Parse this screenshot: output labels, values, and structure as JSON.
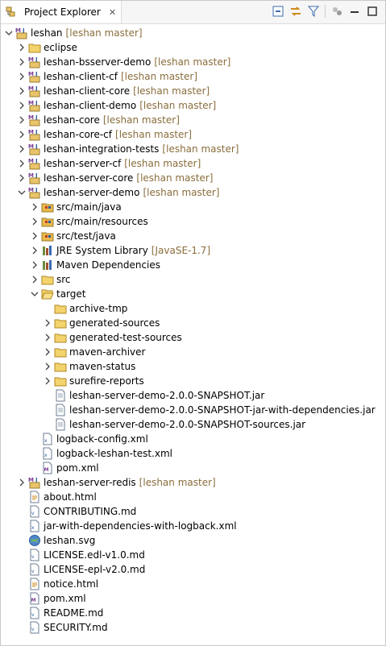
{
  "tab": {
    "title": "Project Explorer",
    "close": "✕"
  },
  "toolbar": {
    "icons": [
      "collapse-all-icon",
      "link-with-editor-icon",
      "filter-icon",
      "focus-icon",
      "minimize-icon",
      "maximize-icon"
    ]
  },
  "tree": [
    {
      "label": "leshan",
      "decoration": "[leshan master]",
      "level": 0,
      "expand": "open",
      "icon": "maven-project"
    },
    {
      "label": "eclipse",
      "level": 1,
      "expand": "closed",
      "icon": "folder"
    },
    {
      "label": "leshan-bsserver-demo",
      "decoration": "[leshan master]",
      "level": 1,
      "expand": "closed",
      "icon": "maven-project"
    },
    {
      "label": "leshan-client-cf",
      "decoration": "[leshan master]",
      "level": 1,
      "expand": "closed",
      "icon": "maven-project"
    },
    {
      "label": "leshan-client-core",
      "decoration": "[leshan master]",
      "level": 1,
      "expand": "closed",
      "icon": "maven-project"
    },
    {
      "label": "leshan-client-demo",
      "decoration": "[leshan master]",
      "level": 1,
      "expand": "closed",
      "icon": "maven-project"
    },
    {
      "label": "leshan-core",
      "decoration": "[leshan master]",
      "level": 1,
      "expand": "closed",
      "icon": "maven-project"
    },
    {
      "label": "leshan-core-cf",
      "decoration": "[leshan master]",
      "level": 1,
      "expand": "closed",
      "icon": "maven-project"
    },
    {
      "label": "leshan-integration-tests",
      "decoration": "[leshan master]",
      "level": 1,
      "expand": "closed",
      "icon": "maven-project"
    },
    {
      "label": "leshan-server-cf",
      "decoration": "[leshan master]",
      "level": 1,
      "expand": "closed",
      "icon": "maven-project"
    },
    {
      "label": "leshan-server-core",
      "decoration": "[leshan master]",
      "level": 1,
      "expand": "closed",
      "icon": "maven-project"
    },
    {
      "label": "leshan-server-demo",
      "decoration": "[leshan master]",
      "level": 1,
      "expand": "open",
      "icon": "maven-project"
    },
    {
      "label": "src/main/java",
      "level": 2,
      "expand": "closed",
      "icon": "source-folder"
    },
    {
      "label": "src/main/resources",
      "level": 2,
      "expand": "closed",
      "icon": "source-folder"
    },
    {
      "label": "src/test/java",
      "level": 2,
      "expand": "closed",
      "icon": "source-folder"
    },
    {
      "label": "JRE System Library",
      "decoration": "[JavaSE-1.7]",
      "level": 2,
      "expand": "closed",
      "icon": "library"
    },
    {
      "label": "Maven Dependencies",
      "level": 2,
      "expand": "closed",
      "icon": "library"
    },
    {
      "label": "src",
      "level": 2,
      "expand": "closed",
      "icon": "folder"
    },
    {
      "label": "target",
      "level": 2,
      "expand": "open",
      "icon": "folder-open"
    },
    {
      "label": "archive-tmp",
      "level": 3,
      "expand": "none",
      "icon": "folder"
    },
    {
      "label": "generated-sources",
      "level": 3,
      "expand": "closed",
      "icon": "folder"
    },
    {
      "label": "generated-test-sources",
      "level": 3,
      "expand": "closed",
      "icon": "folder"
    },
    {
      "label": "maven-archiver",
      "level": 3,
      "expand": "closed",
      "icon": "folder"
    },
    {
      "label": "maven-status",
      "level": 3,
      "expand": "closed",
      "icon": "folder"
    },
    {
      "label": "surefire-reports",
      "level": 3,
      "expand": "closed",
      "icon": "folder"
    },
    {
      "label": "leshan-server-demo-2.0.0-SNAPSHOT.jar",
      "level": 3,
      "expand": "none",
      "icon": "file"
    },
    {
      "label": "leshan-server-demo-2.0.0-SNAPSHOT-jar-with-dependencies.jar",
      "level": 3,
      "expand": "none",
      "icon": "file"
    },
    {
      "label": "leshan-server-demo-2.0.0-SNAPSHOT-sources.jar",
      "level": 3,
      "expand": "none",
      "icon": "file"
    },
    {
      "label": "logback-config.xml",
      "level": 2,
      "expand": "none",
      "icon": "xml-file"
    },
    {
      "label": "logback-leshan-test.xml",
      "level": 2,
      "expand": "none",
      "icon": "xml-file"
    },
    {
      "label": "pom.xml",
      "level": 2,
      "expand": "none",
      "icon": "pom-file"
    },
    {
      "label": "leshan-server-redis",
      "decoration": "[leshan master]",
      "level": 1,
      "expand": "closed",
      "icon": "maven-project"
    },
    {
      "label": "about.html",
      "level": 1,
      "expand": "none",
      "icon": "html-file"
    },
    {
      "label": "CONTRIBUTING.md",
      "level": 1,
      "expand": "none",
      "icon": "md-file"
    },
    {
      "label": "jar-with-dependencies-with-logback.xml",
      "level": 1,
      "expand": "none",
      "icon": "xml-file"
    },
    {
      "label": "leshan.svg",
      "level": 1,
      "expand": "none",
      "icon": "svg-file"
    },
    {
      "label": "LICENSE.edl-v1.0.md",
      "level": 1,
      "expand": "none",
      "icon": "md-file"
    },
    {
      "label": "LICENSE-epl-v2.0.md",
      "level": 1,
      "expand": "none",
      "icon": "md-file"
    },
    {
      "label": "notice.html",
      "level": 1,
      "expand": "none",
      "icon": "html-file"
    },
    {
      "label": "pom.xml",
      "level": 1,
      "expand": "none",
      "icon": "pom-file"
    },
    {
      "label": "README.md",
      "level": 1,
      "expand": "none",
      "icon": "md-file"
    },
    {
      "label": "SECURITY.md",
      "level": 1,
      "expand": "none",
      "icon": "md-file"
    }
  ]
}
